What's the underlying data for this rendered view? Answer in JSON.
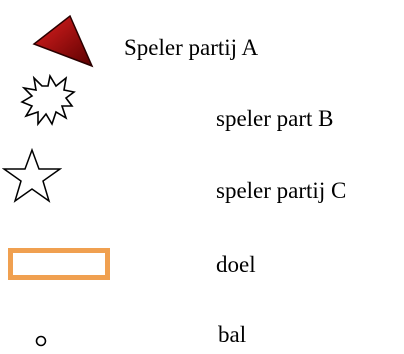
{
  "legend": {
    "items": [
      {
        "label": "Speler partij A",
        "icon": "red-triangle-icon",
        "color": "#8b0a0a"
      },
      {
        "label": "speler part B",
        "icon": "explosion-burst-icon",
        "color": "#000000"
      },
      {
        "label": "speler partij C",
        "icon": "star-outline-icon",
        "color": "#000000"
      },
      {
        "label": "doel",
        "icon": "orange-rectangle-icon",
        "color": "#f0a050"
      },
      {
        "label": "bal",
        "icon": "small-circle-icon",
        "color": "#000000"
      }
    ]
  }
}
